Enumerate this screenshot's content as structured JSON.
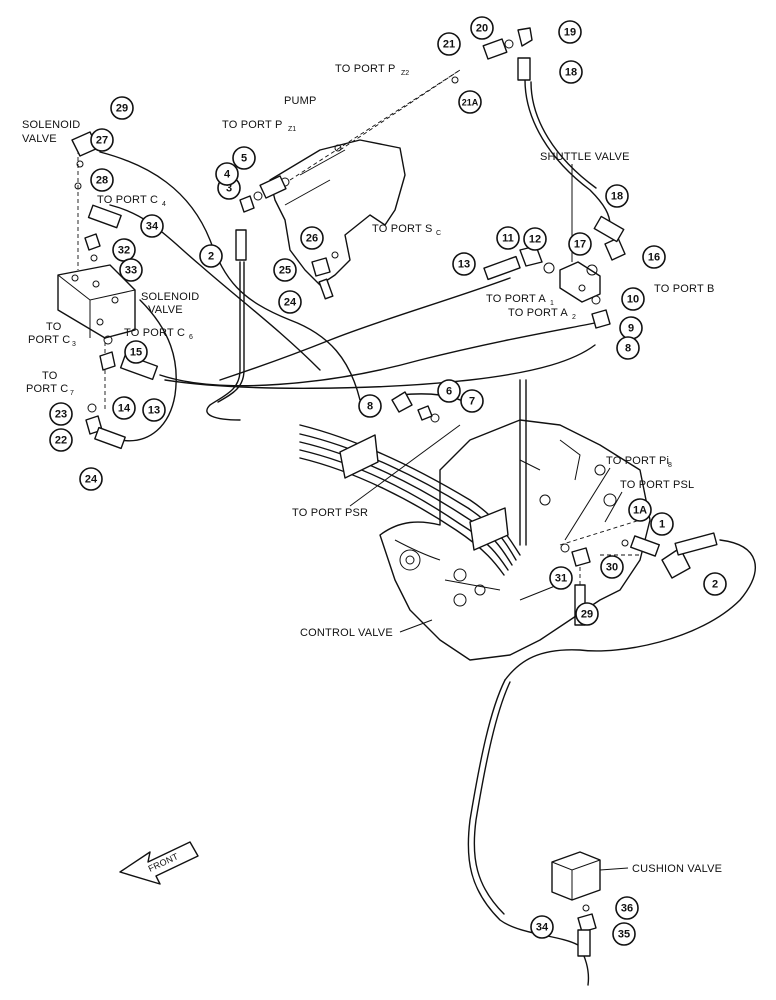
{
  "labels": {
    "solenoid_valve_left": "SOLENOID",
    "solenoid_valve_left_2": "VALVE",
    "solenoid_valve_mid": "SOLENOID",
    "solenoid_valve_mid_2": "VALVE",
    "pump": "PUMP",
    "to_port_pz2": "TO PORT P",
    "to_port_pz2_sub": "Z2",
    "to_port_pz1": "TO PORT P",
    "to_port_pz1_sub": "Z1",
    "to_port_sc": "TO PORT S",
    "to_port_sc_sub": "C",
    "to_port_c4": "TO PORT C",
    "to_port_c4_sub": "4",
    "to_port_c3_a": "TO",
    "to_port_c3_b": "PORT C",
    "to_port_c3_sub": "3",
    "to_port_c6": "TO PORT C",
    "to_port_c6_sub": "6",
    "to_port_c7_a": "TO",
    "to_port_c7_b": "PORT C",
    "to_port_c7_sub": "7",
    "shuttle_valve": "SHUTTLE VALVE",
    "to_port_a1": "TO PORT A",
    "to_port_a1_sub": "1",
    "to_port_a2": "TO PORT A",
    "to_port_a2_sub": "2",
    "to_port_b": "TO PORT B",
    "to_port_psr": "TO PORT PSR",
    "to_port_pi8": "TO PORT Pi",
    "to_port_pi8_sub": "8",
    "to_port_psl": "TO PORT PSL",
    "control_valve": "CONTROL VALVE",
    "cushion_valve": "CUSHION VALVE",
    "front": "FRONT"
  },
  "callouts": [
    "29",
    "27",
    "28",
    "34",
    "32",
    "33",
    "15",
    "14",
    "13",
    "23",
    "22",
    "24",
    "3",
    "4",
    "5",
    "2",
    "26",
    "25",
    "24",
    "21",
    "20",
    "19",
    "18",
    "21A",
    "18",
    "11",
    "12",
    "13",
    "17",
    "16",
    "10",
    "9",
    "8",
    "8",
    "6",
    "7",
    "1A",
    "1",
    "2",
    "31",
    "30",
    "29",
    "36",
    "35",
    "34"
  ]
}
